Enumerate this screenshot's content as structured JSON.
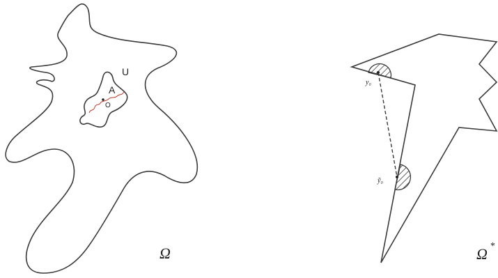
{
  "left_figure": {
    "domain_label": "Ω",
    "region_label": "U",
    "set_label": "A",
    "point_label": "O",
    "colors": {
      "outline": "#3a3a3a",
      "curve": "#c0392b"
    }
  },
  "right_figure": {
    "domain_label": "Ω",
    "domain_superscript": "*",
    "point_top_label": "y₀",
    "point_bottom_label": "ỹ₀",
    "colors": {
      "outline": "#3a3a3a",
      "hatch": "#3a3a3a"
    }
  }
}
